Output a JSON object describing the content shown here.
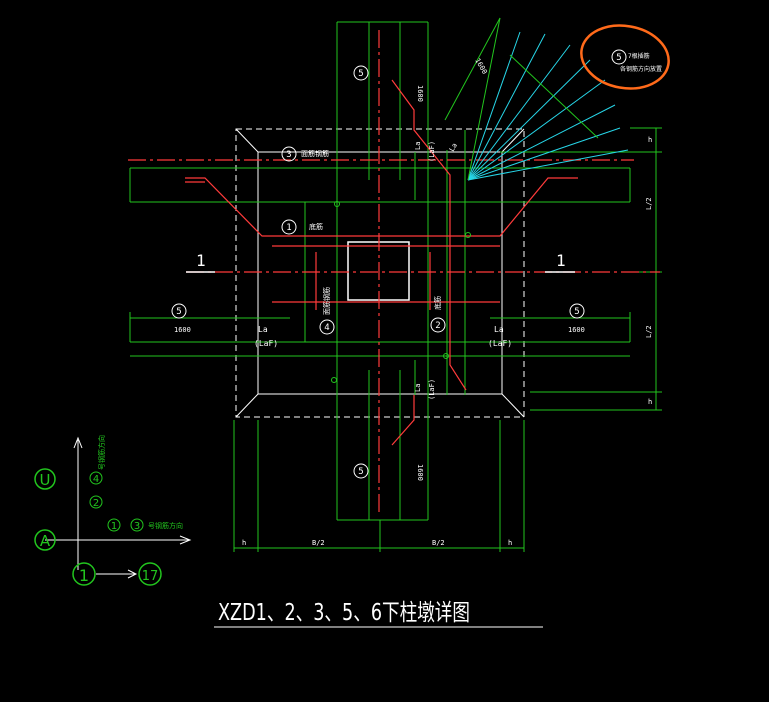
{
  "title": "XZD1、2、3、5、6下柱墩详图",
  "colors": {
    "background": "#000000",
    "outline": "#ffffff",
    "rebar": "#ff3b3b",
    "dimension": "#22c51e",
    "leader": "#27d6e8",
    "highlight": "#ff6a1a",
    "text": "#ffffff"
  },
  "labels": {
    "bar_1": "1",
    "bar_1_text": "底筋",
    "bar_2": "2",
    "bar_2_text": "底筋",
    "bar_3": "3",
    "bar_3_text": "面筋钢筋",
    "bar_4": "4",
    "bar_4_text": "面筋钢筋",
    "bar_5": "5",
    "bar_5_note_top": "7根插筋",
    "bar_5_note_bottom": "各钢筋方向放置",
    "section_mark": "1",
    "dim_1600": "1600",
    "dim_la": "La",
    "dim_laf": "(LaF)",
    "dim_l2": "L/2",
    "dim_b2": "B/2",
    "dim_h": "h"
  },
  "axes": {
    "U": "U",
    "A": "A",
    "one": "1",
    "seventeen": "17",
    "dir_24": "号钢筋方向",
    "dir_13": "号钢筋方向",
    "n2": "2",
    "n4": "4",
    "n1": "1",
    "n3": "3"
  }
}
